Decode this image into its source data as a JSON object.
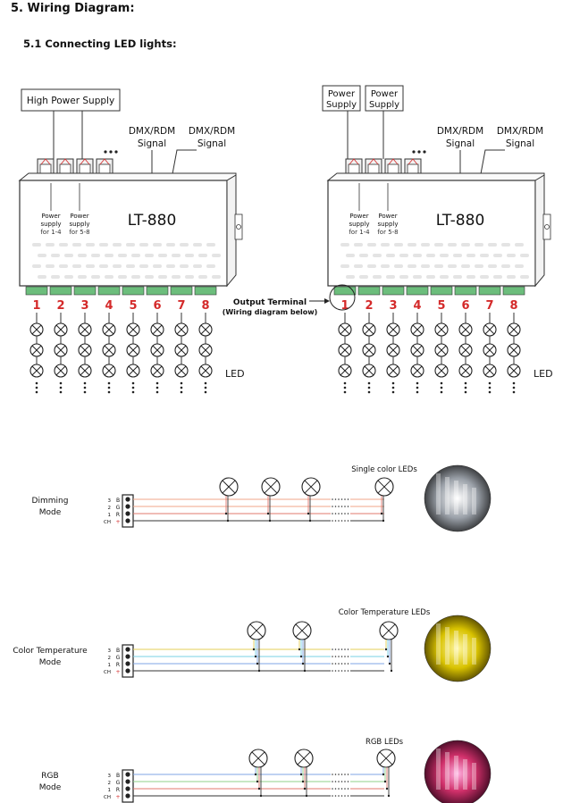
{
  "heading": "5.  Wiring Diagram:",
  "subheading": "5.1 Connecting LED lights:",
  "top_diagrams": {
    "left": {
      "supply_label": "High Power Supply",
      "device_name": "LT-880",
      "signal_label_1": [
        "DMX/RDM",
        "Signal"
      ],
      "signal_label_2": [
        "DMX/RDM",
        "Signal"
      ],
      "ps_1_4": [
        "Power",
        "supply",
        "for 1-4"
      ],
      "ps_5_8": [
        "Power",
        "supply",
        "for 5-8"
      ],
      "channels": [
        "1",
        "2",
        "3",
        "4",
        "5",
        "6",
        "7",
        "8"
      ],
      "led_label": "LED"
    },
    "right": {
      "supply_label_a": [
        "Power",
        "Supply"
      ],
      "supply_label_b": [
        "Power",
        "Supply"
      ],
      "device_name": "LT-880",
      "signal_label_1": [
        "DMX/RDM",
        "Signal"
      ],
      "signal_label_2": [
        "DMX/RDM",
        "Signal"
      ],
      "ps_1_4": [
        "Power",
        "supply",
        "for 1-4"
      ],
      "ps_5_8": [
        "Power",
        "supply",
        "for 5-8"
      ],
      "channels": [
        "1",
        "2",
        "3",
        "4",
        "5",
        "6",
        "7",
        "8"
      ],
      "led_label": "LED",
      "output_terminal": [
        "Output Terminal",
        "(Wiring diagram below)"
      ]
    }
  },
  "terminal_pins": [
    {
      "num": "3",
      "letter": "B"
    },
    {
      "num": "2",
      "letter": "G"
    },
    {
      "num": "1",
      "letter": "R"
    },
    {
      "num": "CH",
      "letter": "+"
    }
  ],
  "modes": [
    {
      "label": [
        "Dimming",
        "Mode"
      ],
      "led_label": "Single color LEDs"
    },
    {
      "label": [
        "Color Temperature",
        "Mode"
      ],
      "led_label": "Color Temperature LEDs"
    },
    {
      "label": [
        "RGB",
        "Mode"
      ],
      "led_label": "RGB LEDs"
    }
  ],
  "colors": {
    "accent_red": "#d42a2a",
    "terminal_green": "#6cbd7c",
    "wire_orange": "#f0a58a",
    "wire_yellow": "#e6cf57",
    "wire_cyan": "#7ad0e6",
    "wire_blue": "#7fa6e6",
    "wire_green": "#8fd189",
    "wire_red": "#e0786e"
  }
}
